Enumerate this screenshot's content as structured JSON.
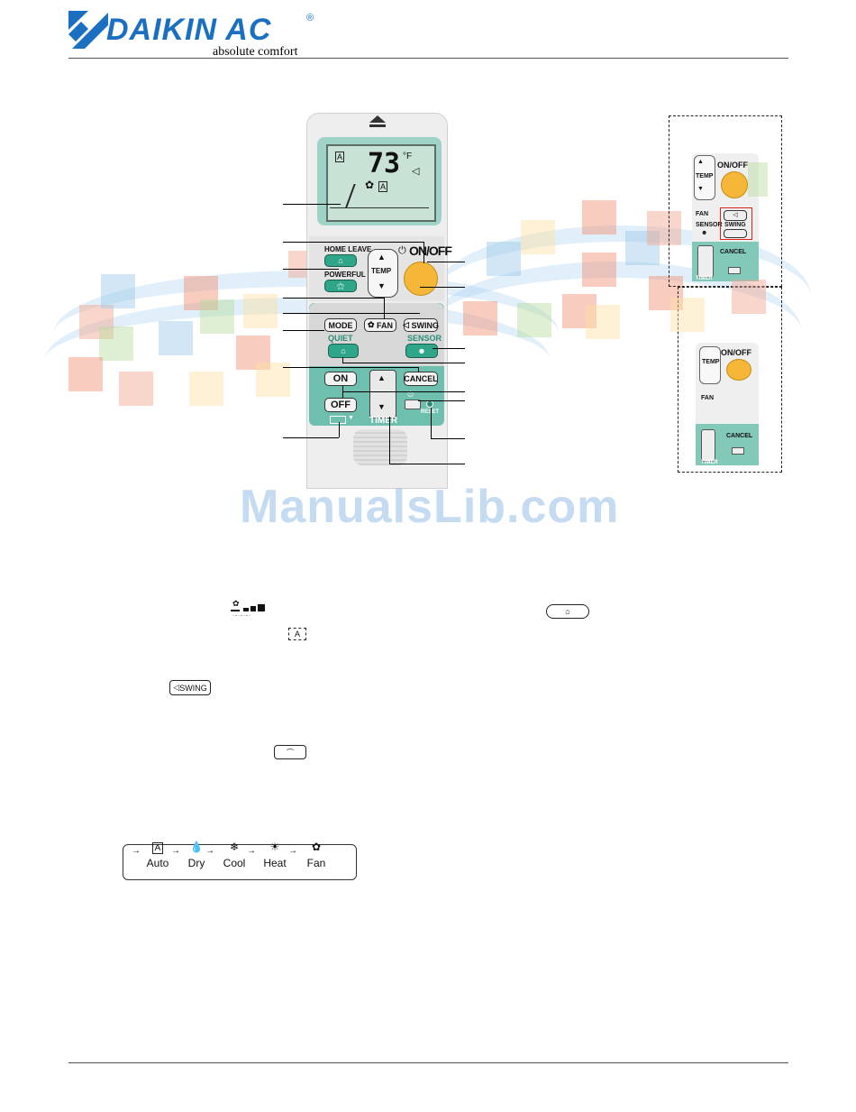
{
  "header": {
    "brand": "DAIKIN AC",
    "registered": "®",
    "tagline": "absolute comfort"
  },
  "watermark": "ManualsLib.com",
  "remote": {
    "lcd": {
      "mode_indicator": "A",
      "temperature": "73",
      "unit": "°F",
      "fan_mode": "A"
    },
    "buttons": {
      "home_leave": "HOME LEAVE",
      "powerful": "POWERFUL",
      "temp": "TEMP",
      "on_off": "ON/OFF",
      "mode": "MODE",
      "fan": "FAN",
      "swing": "SWING",
      "quiet": "QUIET",
      "sensor": "SENSOR",
      "on": "ON",
      "off": "OFF",
      "cancel": "CANCEL",
      "timer": "TIMER",
      "reset": "RESET"
    }
  },
  "alt_panel_top": {
    "temp": "TEMP",
    "on_off": "ON/OFF",
    "fan": "FAN",
    "sensor": "SENSOR",
    "swing": "SWING",
    "cancel": "CANCEL",
    "timer": "TIMER"
  },
  "alt_panel_bottom": {
    "temp": "TEMP",
    "on_off": "ON/OFF",
    "fan": "FAN",
    "cancel": "CANCEL",
    "timer": "TIMER"
  },
  "inline_icons": {
    "swing": "SWING",
    "mode_a": "A"
  },
  "mode_flow": {
    "items": [
      "Auto",
      "Dry",
      "Cool",
      "Heat",
      "Fan"
    ],
    "symbols": [
      "A",
      "💧",
      "❄",
      "☀",
      "✿"
    ]
  },
  "colors": {
    "brand_blue": "#1a6fc0",
    "remote_teal": "#6fbfae",
    "on_off_yellow": "#f6b738"
  }
}
